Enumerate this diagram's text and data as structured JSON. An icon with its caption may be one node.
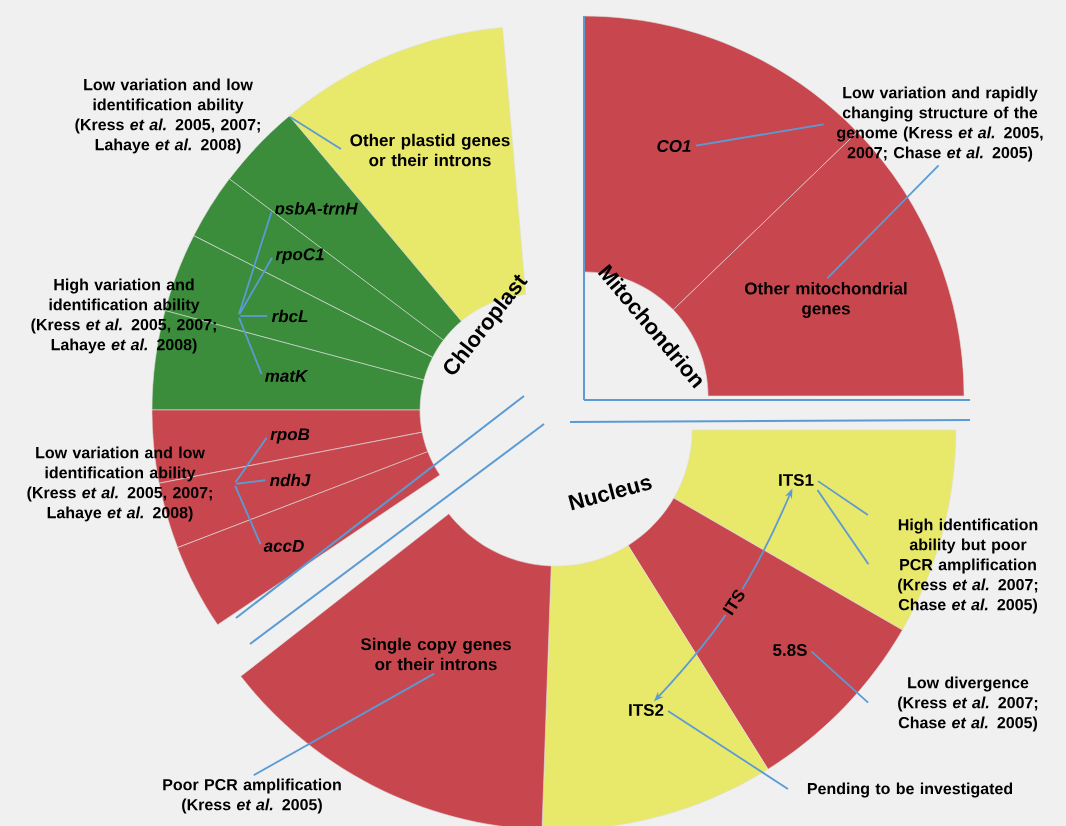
{
  "diagram": {
    "nodes": [
      {
        "text": [
          "Other plastid genes or their introns"
        ]
      },
      {
        "text": [
          "psbA-trnH"
        ]
      },
      {
        "text": [
          "rpoC1"
        ]
      },
      {
        "text": [
          "rbcL"
        ]
      },
      {
        "text": [
          "matK"
        ]
      },
      {
        "text": [
          "rpoB"
        ]
      },
      {
        "text": [
          "ndhJ"
        ]
      },
      {
        "text": [
          "accD"
        ]
      },
      {
        "text": [
          "CO1"
        ]
      },
      {
        "text": [
          "Other mitochondrial genes"
        ]
      },
      {
        "text": [
          "ITS1"
        ]
      },
      {
        "text": [
          "5.8S"
        ]
      },
      {
        "text": [
          "ITS2"
        ]
      },
      {
        "text": [
          "Single copy genes or their introns"
        ]
      },
      {
        "text": [
          "Low variation and low identification ability (Kress *et al.* 2005, 2007; Lahaye *et al.* 2008)"
        ]
      },
      {
        "text": [
          "High variation and identification ability (Kress *et al.* 2005, 2007; Lahaye *et al.* 2008)"
        ]
      },
      {
        "text": [
          "Low variation and low identification ability (Kress *et al.* 2005, 2007; Lahaye *et al.* 2008)"
        ]
      },
      {
        "text": [
          "Low variation and rapidly changing structure of the genome (Kress *et al.* 2005, 2007; Chase *et al.* 2005)"
        ]
      },
      {
        "text": [
          "High identification ability but poor PCR amplification (Kress *et al.* 2007; Chase *et al.* 2005)"
        ]
      },
      {
        "text": [
          "Low divergence (Kress *et al.* 2007; Chase *et al.* 2005)"
        ]
      },
      {
        "text": [
          "Pending to be investigated"
        ]
      },
      {
        "text": [
          "Poor PCR amplification (Kress *et al.* 2005)"
        ]
      }
    ],
    "edges": [
      {
        "from": 14,
        "to": 0,
        "arrow": "none"
      },
      {
        "from": 15,
        "to": 1,
        "arrow": "none"
      },
      {
        "from": 15,
        "to": 2,
        "arrow": "none"
      },
      {
        "from": 15,
        "to": 3,
        "arrow": "none"
      },
      {
        "from": 15,
        "to": 4,
        "arrow": "none"
      },
      {
        "from": 16,
        "to": 5,
        "arrow": "none"
      },
      {
        "from": 16,
        "to": 6,
        "arrow": "none"
      },
      {
        "from": 16,
        "to": 7,
        "arrow": "none"
      },
      {
        "from": 17,
        "to": 8,
        "arrow": "none"
      },
      {
        "from": 17,
        "to": 9,
        "arrow": "none"
      },
      {
        "from": 18,
        "to": 10,
        "arrow": "none"
      },
      {
        "from": 18,
        "to": 10,
        "arrow": "none"
      },
      {
        "from": 19,
        "to": 11,
        "arrow": "none"
      },
      {
        "from": 20,
        "to": 12,
        "arrow": "none"
      },
      {
        "from": 21,
        "to": 13,
        "arrow": "none"
      },
      {
        "from": 10,
        "to": 12,
        "arrow": "both",
        "label": "ITS"
      }
    ],
    "labels": [
      "Chloroplast",
      "Mitochondrion",
      "Nucleus"
    ]
  }
}
